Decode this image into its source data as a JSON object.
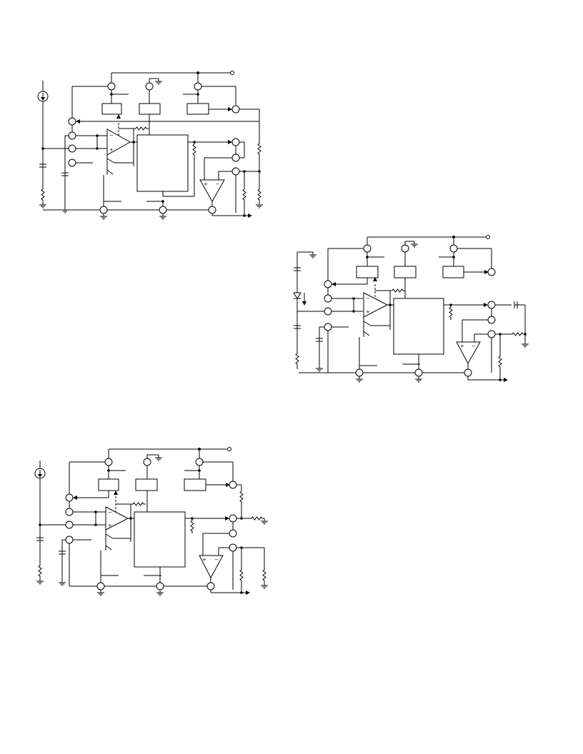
{
  "page": {
    "background": "#ffffff",
    "line_color": "#000000"
  },
  "figures": [
    {
      "id": "circuit-top-left",
      "labels": []
    },
    {
      "id": "circuit-right",
      "labels": []
    },
    {
      "id": "circuit-bottom-left",
      "labels": []
    }
  ]
}
